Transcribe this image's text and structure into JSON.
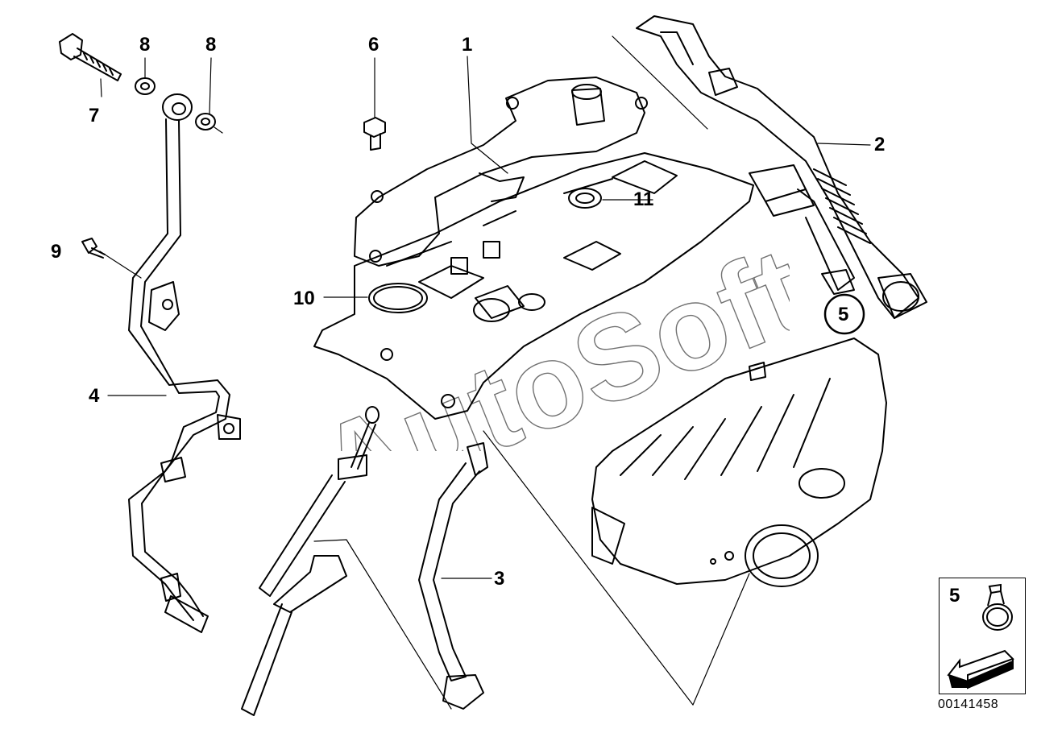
{
  "diagram": {
    "watermark": "AutoSoft",
    "document_number": "00141458",
    "callouts": [
      {
        "id": "c1",
        "label": "1"
      },
      {
        "id": "c2",
        "label": "2"
      },
      {
        "id": "c3",
        "label": "3"
      },
      {
        "id": "c4",
        "label": "4"
      },
      {
        "id": "c5",
        "label": "5"
      },
      {
        "id": "c6",
        "label": "6"
      },
      {
        "id": "c7",
        "label": "7"
      },
      {
        "id": "c8a",
        "label": "8"
      },
      {
        "id": "c8b",
        "label": "8"
      },
      {
        "id": "c9",
        "label": "9"
      },
      {
        "id": "c10",
        "label": "10"
      },
      {
        "id": "c11",
        "label": "11"
      }
    ],
    "legend": {
      "label": "5"
    }
  }
}
